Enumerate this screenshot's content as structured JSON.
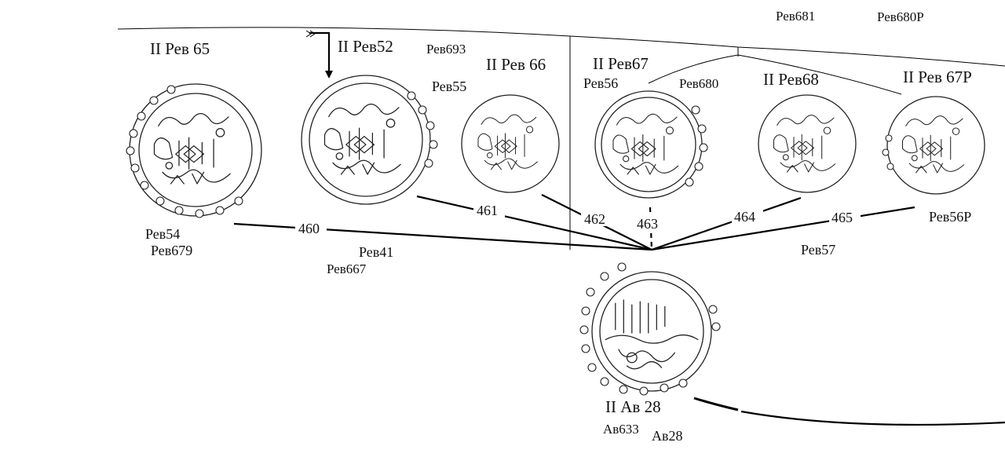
{
  "labels": {
    "top_a": "Рев681",
    "top_b": "Рев680Р",
    "c1_title": "II Рев 65",
    "c2_title": "II Рев52",
    "c2_sub": "Рев693",
    "c3_title": "II Рев 66",
    "c3_sub": "Рев55",
    "c4_title": "II Рев67",
    "c4_sub_a": "Рев56",
    "c4_sub_b": "Рев680",
    "c5_title": "II Рев68",
    "c6_title": "II Рев 67Р",
    "b1_a": "Рев54",
    "b1_b": "Рев679",
    "b2_a": "Рев41",
    "b2_b": "Рев667",
    "b3": "Рев57",
    "b4": "Рев56Р",
    "center_title": "II Ав 28",
    "center_sub_a": "Ав633",
    "center_sub_b": "Ав28"
  },
  "edges": [
    "460",
    "461",
    "462",
    "463",
    "464",
    "465"
  ]
}
